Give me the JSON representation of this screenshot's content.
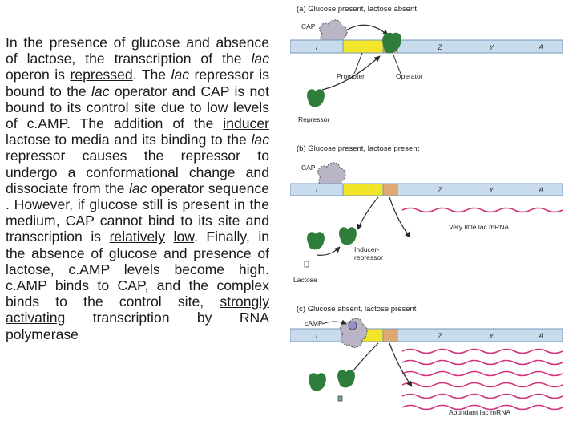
{
  "text": {
    "t1": "In the presence of glucose and absence of lactose, the transcription of the ",
    "lac1": "lac",
    "t2": " operon is ",
    "repressed": "repressed",
    "t3": ". The ",
    "lac2": "lac",
    "t4": " repressor is bound to the ",
    "lac3": "lac",
    "t5": " operator and CAP is not bound to its control site due to low levels of c.AMP. The addition of the ",
    "inducer": "inducer",
    "t6": " lactose to media and its binding to the ",
    "lac4": "lac",
    "t7": " repressor causes the repressor to undergo a conformational change and dissociate from the ",
    "lac5": "lac",
    "t8": " operator sequence . However, if glucose still is present in the medium, CAP cannot bind to its site and transcription is ",
    "relatively": "relatively",
    "t9": " ",
    "low": "low",
    "t10": ". Finally, in the absence of glucose and presence of lactose, c.AMP levels become high. c.AMP binds to CAP, and the complex binds to the control site, ",
    "strongly": "strongly",
    "t11": " ",
    "activating": "activating",
    "t12": " transcription by RNA polymerase"
  },
  "diagram": {
    "colors": {
      "dna": "#c8dcee",
      "dna_border": "#7799bb",
      "promoter": "#f2e52a",
      "operator": "#e0a974",
      "repressor": "#2f7d3a",
      "cap": "#b9b4c6",
      "camp": "#9c8ccd",
      "mrna": "#d1347a",
      "arrow": "#2a2a2a"
    },
    "panel_a": {
      "title": "(a) Glucose present, lactose absent",
      "cap": "CAP",
      "gene_i": "i",
      "gene_z": "Z",
      "gene_y": "Y",
      "gene_a": "A",
      "promoter": "Promoter",
      "operator": "Operator",
      "repressor": "Repressor"
    },
    "panel_b": {
      "title": "(b) Glucose present, lactose present",
      "cap": "CAP",
      "gene_i": "i",
      "gene_z": "Z",
      "gene_y": "Y",
      "gene_a": "A",
      "mrna": "Very little lac mRNA",
      "inducer_repressor": [
        "Inducer-",
        "repressor"
      ],
      "lactose": "Lactose"
    },
    "panel_c": {
      "title": "(c) Glucose absent, lactose present",
      "camp": "cAMP",
      "gene_i": "i",
      "gene_z": "Z",
      "gene_y": "Y",
      "gene_a": "A",
      "mrna": "Abundant lac mRNA"
    }
  }
}
